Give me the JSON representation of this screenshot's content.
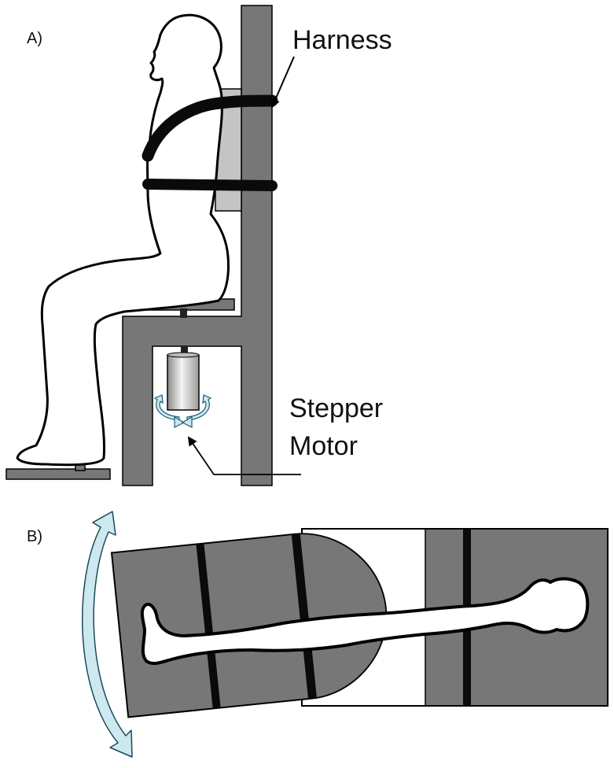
{
  "panel_a": {
    "label": "A)",
    "harness_label": "Harness",
    "motor_label_line1": "Stepper",
    "motor_label_line2": "Motor"
  },
  "panel_b": {
    "label": "B)"
  },
  "colors": {
    "frame_gray": "#777777",
    "pad_light_gray": "#c4c4c4",
    "strap_black": "#0a0a0a",
    "rotation_arrow_fill": "#cde9ef",
    "outline": "#000000"
  }
}
